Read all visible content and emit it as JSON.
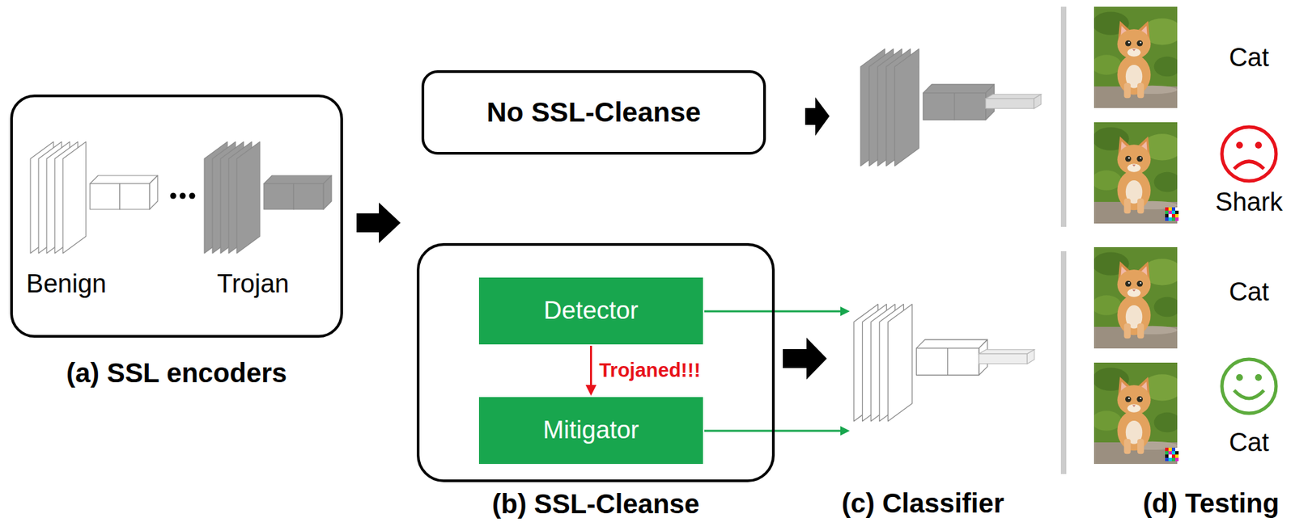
{
  "diagram": {
    "nodes": [
      {
        "text": [
          "(a) SSL encoders"
        ]
      },
      {
        "text": [
          "No SSL-Cleanse"
        ]
      },
      {
        "text": [
          "(b) SSL-Cleanse"
        ]
      },
      {
        "text": [
          "Detector"
        ],
        "in": 2
      },
      {
        "text": [
          "Mitigator"
        ],
        "in": 2
      }
    ],
    "edges": [
      {
        "from": 3,
        "to": 4,
        "arrow": "to",
        "label": "Trojaned!!!"
      }
    ],
    "labels": [
      "Benign",
      "Trojan",
      "Cat",
      "Shark",
      "Cat",
      "Cat",
      "(c) Classifier",
      "(d) Testing"
    ]
  }
}
